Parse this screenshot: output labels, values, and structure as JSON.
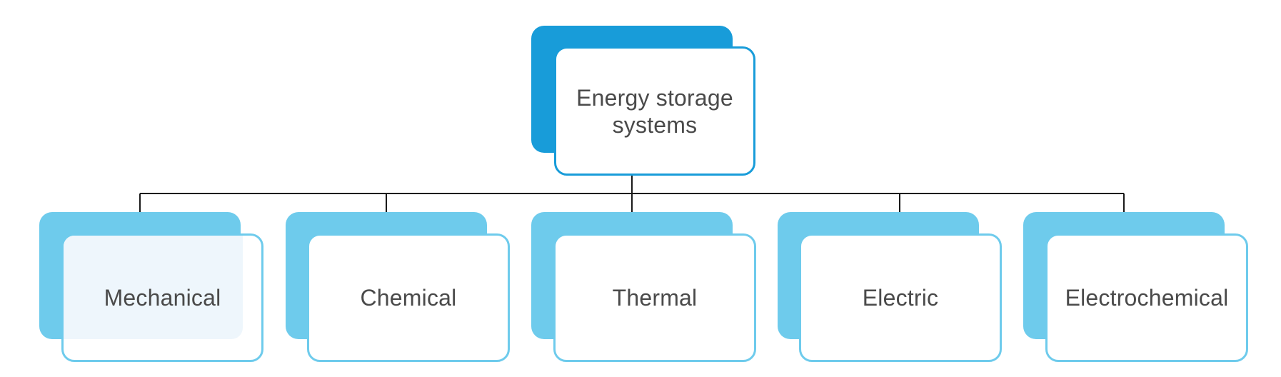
{
  "root": {
    "label_line1": "Energy storage",
    "label_line2": "systems"
  },
  "categories": [
    {
      "label": "Mechanical"
    },
    {
      "label": "Chemical"
    },
    {
      "label": "Thermal"
    },
    {
      "label": "Electric"
    },
    {
      "label": "Electrochemical"
    }
  ],
  "colors": {
    "root_back": "#189cd9",
    "root_border": "#189cd9",
    "child_back": "#6ecbec",
    "child_border": "#6ecbec",
    "connector": "#1a1a1a",
    "text": "#4a4a4a",
    "highlight_fill": "#eef6fc"
  }
}
